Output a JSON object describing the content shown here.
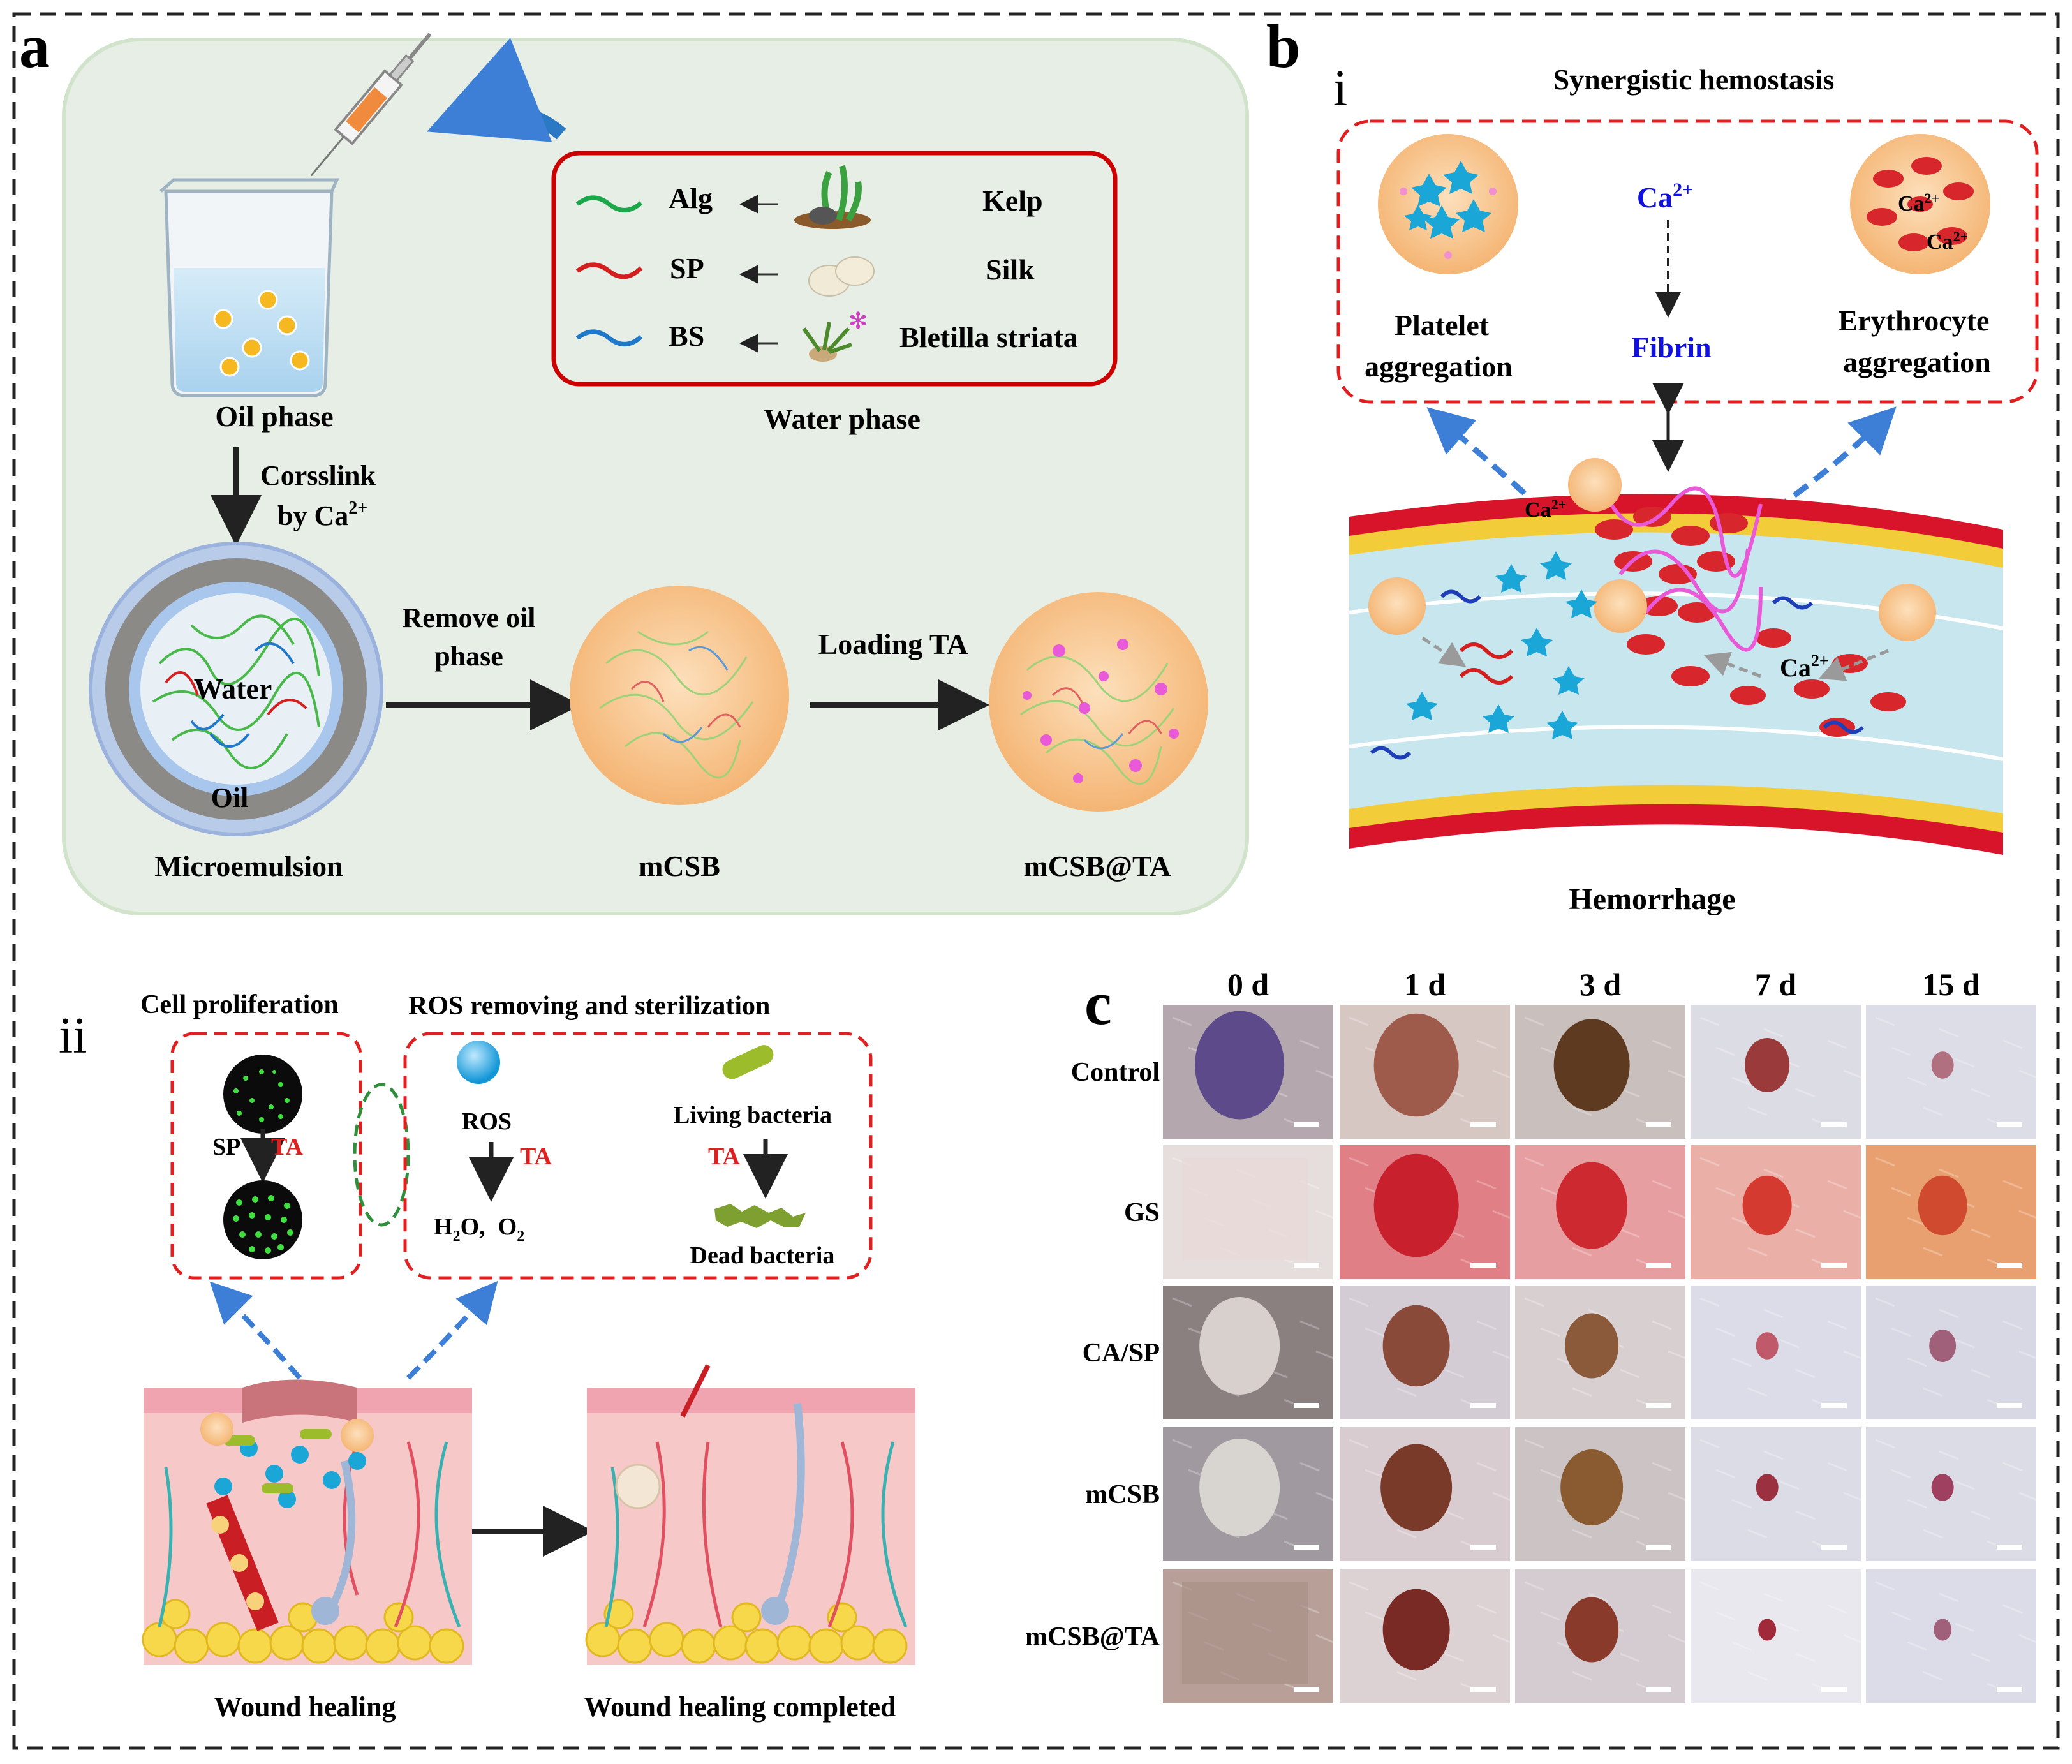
{
  "colors": {
    "panel_a_bg": "#e6eee6",
    "panel_a_border": "#d2e3cc",
    "water_box_border": "#cc0000",
    "dashed_red": "#e02020",
    "dashed_green": "#2f8f3a",
    "blue_arrow": "#3d7fd6",
    "fibrin_blue": "#1010e0",
    "ta_red": "#e02020",
    "vessel_red": "#d8142a",
    "vessel_yellow": "#f3cc3a",
    "lumen": "#c8e6ee",
    "micro_orange": "#f8c48a",
    "platelet_blue": "#1aa7d8",
    "rbc_red": "#d7262c",
    "skin_pink": "#f6c9c8",
    "fat_yellow": "#f6d84a"
  },
  "panel_labels": {
    "a": "a",
    "b": "b",
    "b_i": "i",
    "b_ii": "ii",
    "c": "c"
  },
  "panel_a": {
    "oil_phase": "Oil phase",
    "water_phase": "Water phase",
    "crosslink_line1": "Corsslink",
    "crosslink_line2": "by Ca",
    "crosslink_sup": "2+",
    "water": "Water",
    "oil": "Oil",
    "microemulsion": "Microemulsion",
    "remove_line1": "Remove oil",
    "remove_line2": "phase",
    "loading_ta": "Loading TA",
    "mcsb": "mCSB",
    "mcsb_ta": "mCSB@TA",
    "components": [
      {
        "abbr": "Alg",
        "source": "Kelp",
        "color": "#1ca84a"
      },
      {
        "abbr": "SP",
        "source": "Silk",
        "color": "#d41f1f"
      },
      {
        "abbr": "BS",
        "source": "Bletilla striata",
        "color": "#1f78c8"
      }
    ]
  },
  "panel_b_i": {
    "title": "Synergistic hemostasis",
    "ca": "Ca",
    "ca_sup": "2+",
    "fibrin": "Fibrin",
    "platelet_line1": "Platelet",
    "platelet_line2": "aggregation",
    "erythro_line1": "Erythrocyte",
    "erythro_line2": "aggregation",
    "hemorrhage": "Hemorrhage",
    "vessel_ca": "Ca",
    "vessel_ca_sup": "2+"
  },
  "panel_b_ii": {
    "cell_proliferation": "Cell proliferation",
    "ros_title": "ROS removing and sterilization",
    "sp": "SP",
    "ta": "TA",
    "ros": "ROS",
    "living_bacteria": "Living bacteria",
    "dead_bacteria": "Dead bacteria",
    "h2o_pre": "H",
    "h2o_sub": "2",
    "h2o_post": "O,",
    "o2_pre": "O",
    "o2_sub": "2",
    "wound_healing": "Wound healing",
    "wound_healing_completed": "Wound healing completed"
  },
  "panel_c": {
    "days": [
      "0 d",
      "1 d",
      "3 d",
      "7 d",
      "15 d"
    ],
    "groups": [
      "Control",
      "GS",
      "CA/SP",
      "mCSB",
      "mCSB@TA"
    ],
    "tiles": [
      [
        {
          "bg": "#b4a7ae",
          "wound": "#5c4a8a",
          "size": 1.0
        },
        {
          "bg": "#d7c7c3",
          "wound": "#9e5a4a",
          "size": 0.95
        },
        {
          "bg": "#c9c0bd",
          "wound": "#5e3a20",
          "size": 0.85
        },
        {
          "bg": "#dcdce4",
          "wound": "#9a3a3a",
          "size": 0.5
        },
        {
          "bg": "#dcdde6",
          "wound": "#b07080",
          "size": 0.25
        }
      ],
      [
        {
          "bg": "#e6dedc",
          "wound": "#e8d8d6",
          "size": 0.0
        },
        {
          "bg": "#e07f86",
          "wound": "#c8202c",
          "size": 0.95
        },
        {
          "bg": "#e79ea0",
          "wound": "#cc2a30",
          "size": 0.8
        },
        {
          "bg": "#eab0a8",
          "wound": "#d43a30",
          "size": 0.55
        },
        {
          "bg": "#e8a070",
          "wound": "#d04a30",
          "size": 0.55
        }
      ],
      [
        {
          "bg": "#8a8080",
          "wound": "#d8d0cc",
          "size": 0.9
        },
        {
          "bg": "#d4ccd4",
          "wound": "#8a4a3a",
          "size": 0.75
        },
        {
          "bg": "#d8d0d0",
          "wound": "#8a5a3a",
          "size": 0.6
        },
        {
          "bg": "#dcdce8",
          "wound": "#c05a6a",
          "size": 0.25
        },
        {
          "bg": "#d8d8e4",
          "wound": "#a0607a",
          "size": 0.3
        }
      ],
      [
        {
          "bg": "#a09aa0",
          "wound": "#d8d4d0",
          "size": 0.9
        },
        {
          "bg": "#d8ccd0",
          "wound": "#7a3a2a",
          "size": 0.8
        },
        {
          "bg": "#ccc4c4",
          "wound": "#8a5a30",
          "size": 0.7
        },
        {
          "bg": "#dcdce6",
          "wound": "#9a3040",
          "size": 0.25
        },
        {
          "bg": "#dcdce6",
          "wound": "#a04060",
          "size": 0.25
        }
      ],
      [
        {
          "bg": "#b8a098",
          "wound": "#a89088",
          "size": 0.0
        },
        {
          "bg": "#dcd2d4",
          "wound": "#7a2a24",
          "size": 0.75
        },
        {
          "bg": "#d4ccd0",
          "wound": "#8a3a2a",
          "size": 0.6
        },
        {
          "bg": "#e8e8ee",
          "wound": "#a02a3a",
          "size": 0.2
        },
        {
          "bg": "#dcdce8",
          "wound": "#a0607a",
          "size": 0.2
        }
      ]
    ]
  }
}
